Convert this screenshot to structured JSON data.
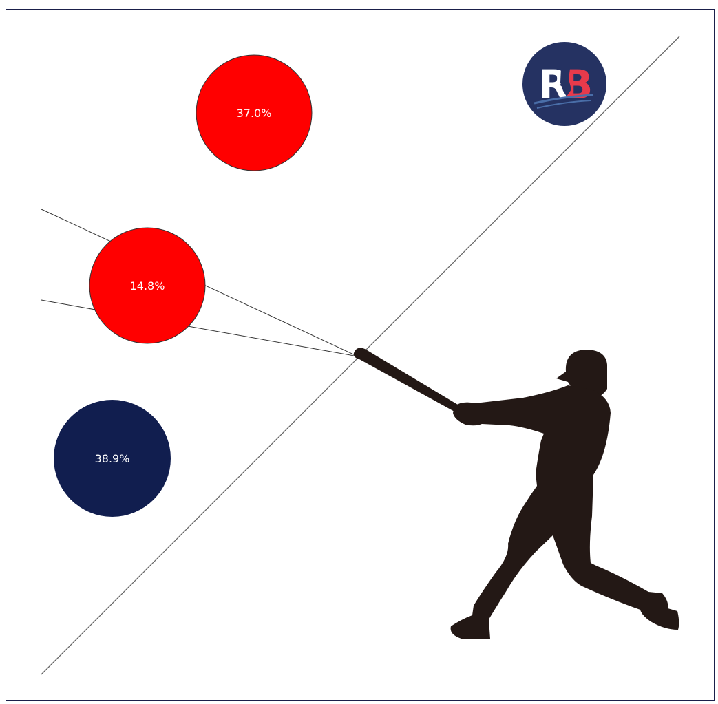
{
  "chart_data": {
    "type": "bubble",
    "title": "",
    "xlabel": "",
    "ylabel": "",
    "colors": {
      "red": "#ff0000",
      "navy": "#111e4f",
      "batter": "#231815",
      "diagonal": "#666666",
      "frame": "#1a1f4a",
      "logo_bg": "#253262",
      "logo_b": "#e83a4b"
    },
    "bubbles": [
      {
        "label": "37.0%",
        "value": 37.0,
        "color": "#ff0000"
      },
      {
        "label": "14.8%",
        "value": 14.8,
        "color": "#ff0000"
      },
      {
        "label": "38.9%",
        "value": 38.9,
        "color": "#111e4f"
      }
    ]
  },
  "logo": {
    "text": "RB",
    "name": "rb-logo"
  },
  "figure": {
    "name": "batter-silhouette"
  }
}
